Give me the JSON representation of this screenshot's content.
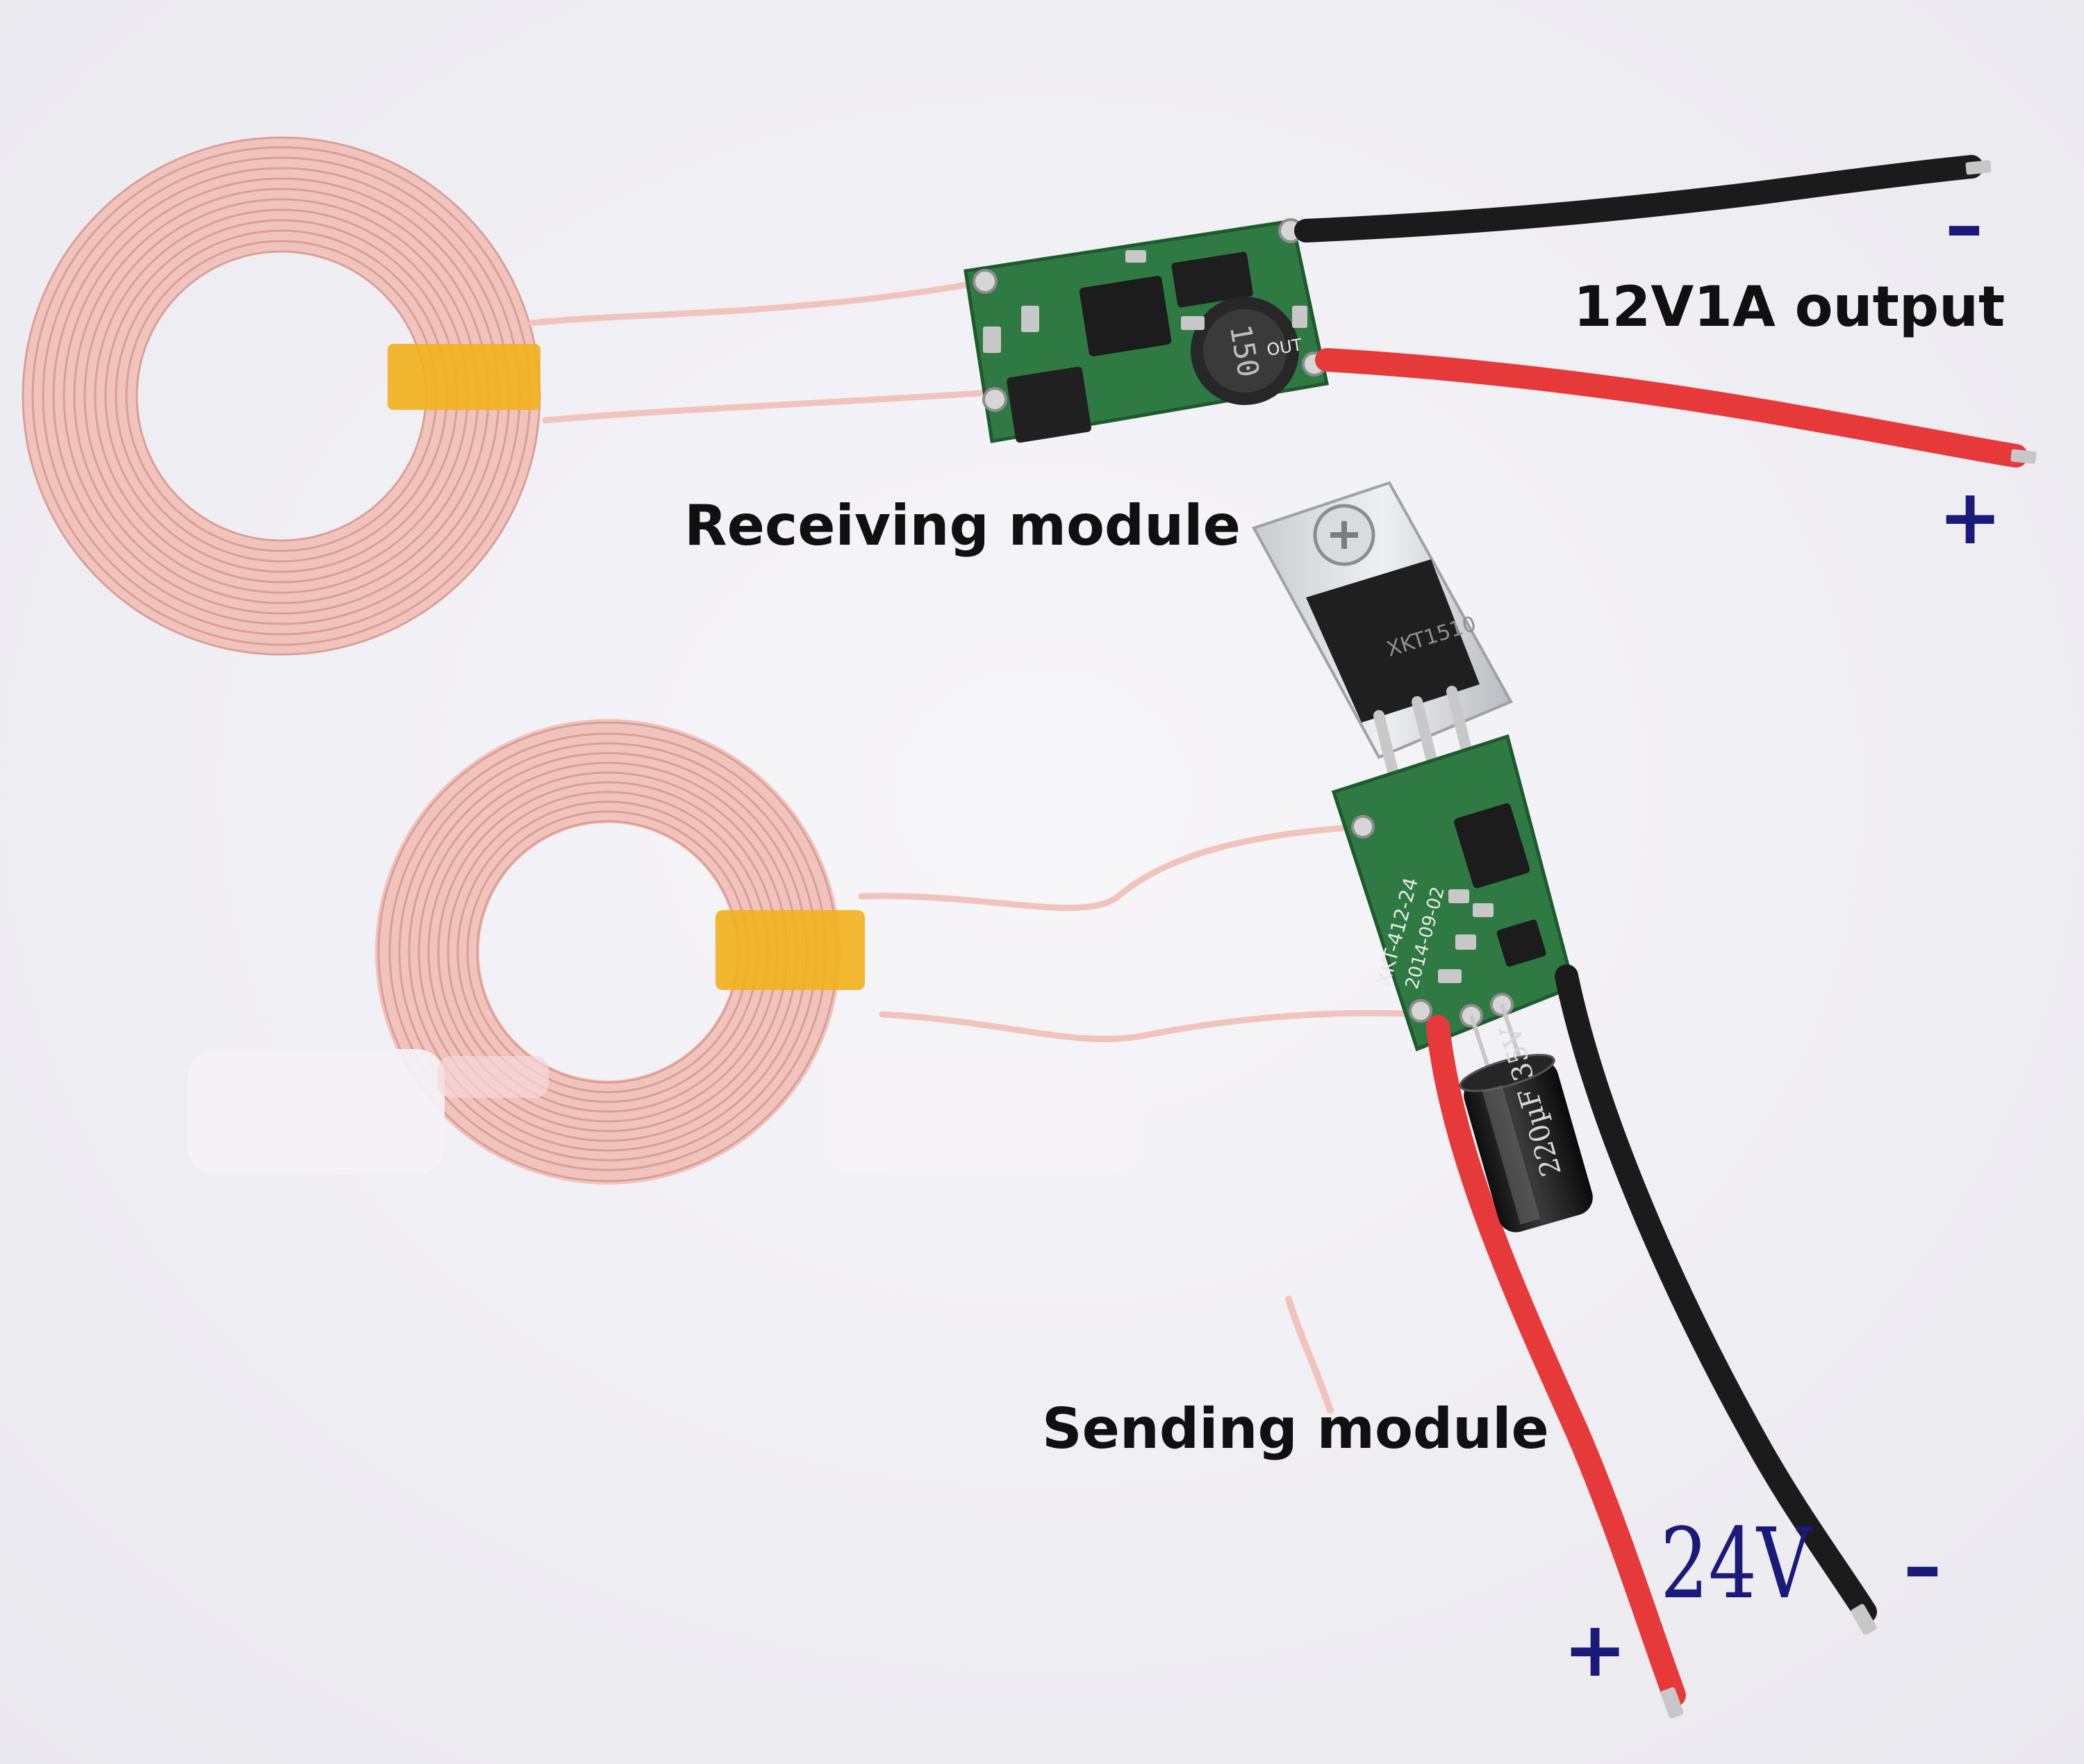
{
  "photo": {
    "subject": "wireless power transmitter and receiver coil modules",
    "colors": {
      "background": "#f1f0f4",
      "coil": "#f0c4bc",
      "coil_line": "#d89a92",
      "pcb": "#2f7a43",
      "tape": "#f1b21f",
      "wire_red": "#e63a3a",
      "wire_black": "#1b1b1b",
      "label_blue": "#1a1a7a"
    }
  },
  "labels": {
    "output": "12V1A output",
    "receiving": "Receiving module",
    "sending": "Sending module",
    "voltage": "24V",
    "rx_minus": "–",
    "rx_plus": "+",
    "tx_minus": "–",
    "tx_plus": "+"
  },
  "components": {
    "inductor_code": "150",
    "rx_pcb_out": "OUT",
    "heatsink_chip": "XKT1510",
    "tx_pcb_model": "XKT-412-24",
    "tx_pcb_date": "2014-09-02",
    "capacitor": "220µF 35V"
  }
}
